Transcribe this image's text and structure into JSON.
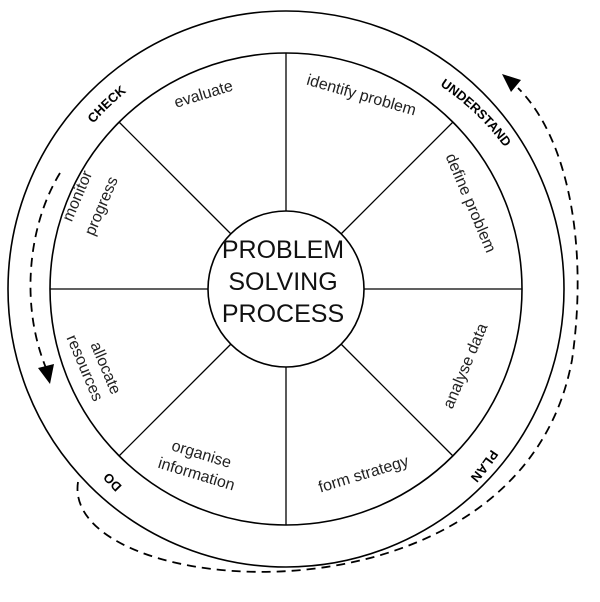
{
  "center": {
    "line1": "PROBLEM",
    "line2": "SOLVING",
    "line3": "PROCESS"
  },
  "stages": {
    "understand": "UNDERSTAND",
    "plan": "PLAN",
    "do": "DO",
    "check": "CHECK"
  },
  "segments": {
    "identify": "identify problem",
    "define": "define problem",
    "analyse": "analyse data",
    "strategy": "form strategy",
    "organise_1": "organise",
    "organise_2": "information",
    "allocate_1": "allocate",
    "allocate_2": "resources",
    "monitor_1": "monitor",
    "monitor_2": "progress",
    "evaluate": "evaluate"
  }
}
